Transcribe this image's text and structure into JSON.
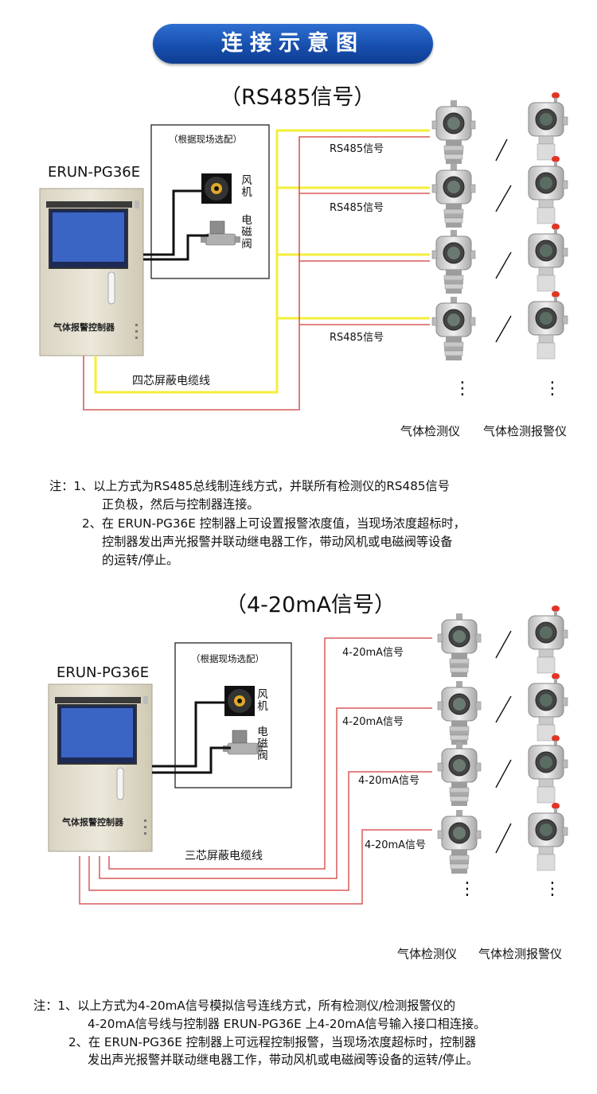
{
  "header": {
    "title": "连接示意图"
  },
  "rs485": {
    "title": "（RS485信号）",
    "model": "ERUN-PG36E",
    "cabinet_caption": "气体报警控制器",
    "optional_note": "（根据现场选配）",
    "fan_label": "风\n机",
    "valve_label": "电\n磁\n阀",
    "signal_labels": [
      "RS485信号",
      "RS485信号",
      "RS485信号"
    ],
    "cable_label": "四芯屏蔽电缆线",
    "detector_caption": "气体检测仪",
    "alarm_caption": "气体检测报警仪",
    "notes": [
      "注：1、以上方式为RS485总线制连线方式，并联所有检测仪的RS485信号",
      "正负极，然后与控制器连接。",
      "2、在 ERUN-PG36E 控制器上可设置报警浓度值，当现场浓度超标时，",
      "控制器发出声光报警并联动继电器工作，带动风机或电磁阀等设备",
      "的运转/停止。"
    ]
  },
  "ma": {
    "title": "（4-20mA信号）",
    "model": "ERUN-PG36E",
    "cabinet_caption": "气体报警控制器",
    "optional_note": "（根据现场选配）",
    "fan_label": "风\n机",
    "valve_label": "电\n磁\n阀",
    "signal_labels": [
      "4-20mA信号",
      "4-20mA信号",
      "4-20mA信号",
      "4-20mA信号"
    ],
    "cable_label": "三芯屏蔽电缆线",
    "detector_caption": "气体检测仪",
    "alarm_caption": "气体检测报警仪",
    "notes": [
      "注：1、以上方式为4-20mA信号模拟信号连线方式，所有检测仪/检测报警仪的",
      "4-20mA信号线与控制器 ERUN-PG36E 上4-20mA信号输入接口相连接。",
      "2、在 ERUN-PG36E 控制器上可远程控制报警，当现场浓度超标时，控制器",
      "发出声光报警并联动继电器工作，带动风机或电磁阀等设备的运转/停止。"
    ]
  },
  "colors": {
    "title_blue": "#1a55b5",
    "signal_yellow": "#f4ee3a",
    "signal_red": "#d85a5a",
    "wire_black": "#111111",
    "cabinet": "#e6e2d2",
    "screen": "#2a55b8"
  }
}
